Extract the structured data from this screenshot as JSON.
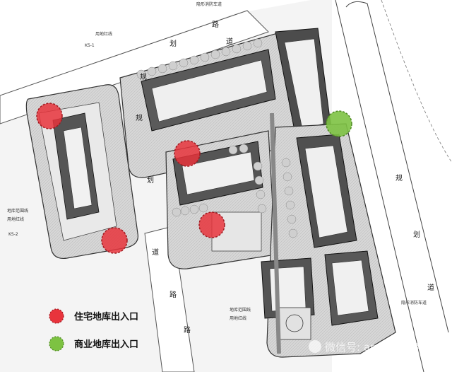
{
  "map": {
    "road_labels": [
      {
        "text": "道"
      },
      {
        "text": "路"
      },
      {
        "text": "规"
      },
      {
        "text": "划"
      },
      {
        "text": "规"
      },
      {
        "text": "划"
      },
      {
        "text": "道"
      },
      {
        "text": "路"
      },
      {
        "text": "规"
      },
      {
        "text": "划"
      },
      {
        "text": "道"
      },
      {
        "text": "路"
      }
    ],
    "small_labels": [
      {
        "text": "隐形消防车道"
      },
      {
        "text": "用地红线"
      },
      {
        "text": "KS-1"
      },
      {
        "text": "地库范围线"
      },
      {
        "text": "用地红线"
      },
      {
        "text": "KS-2"
      },
      {
        "text": "隐形消防车道"
      },
      {
        "text": "地库范围线"
      },
      {
        "text": "用地红线"
      }
    ]
  },
  "markers": {
    "residential_color": "#e8343c",
    "commercial_color": "#7dc242",
    "residential_count": 4,
    "commercial_count": 1
  },
  "legend": {
    "items": [
      {
        "label": "住宅地库出入口",
        "color": "#e8343c"
      },
      {
        "label": "商业地库出入口",
        "color": "#7dc242"
      }
    ]
  },
  "watermark": {
    "text": "微信号: archcon530"
  }
}
